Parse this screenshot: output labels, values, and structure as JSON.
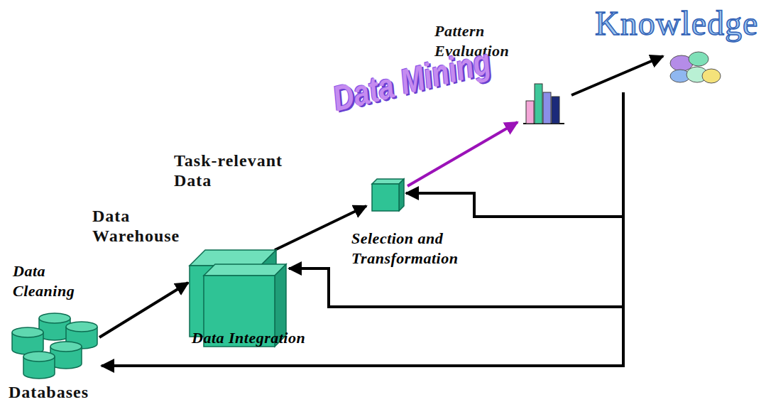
{
  "diagram": {
    "nodes": [
      {
        "text": [
          "Databases"
        ]
      },
      {
        "text": [
          "Data Warehouse"
        ]
      },
      {
        "text": [
          "Task-relevant Data"
        ]
      },
      {
        "text": [
          "Pattern Evaluation"
        ]
      },
      {
        "text": [
          "Knowledge"
        ]
      }
    ],
    "edges": [
      {
        "from": 0,
        "to": 1,
        "arrow": "to"
      },
      {
        "from": 1,
        "to": 2,
        "arrow": "to"
      },
      {
        "from": 2,
        "to": 3,
        "arrow": "to"
      },
      {
        "from": 3,
        "to": 4,
        "arrow": "to"
      },
      {
        "from": 4,
        "to": 2,
        "arrow": "to"
      },
      {
        "from": 4,
        "to": 1,
        "arrow": "to"
      },
      {
        "from": 4,
        "to": 0,
        "arrow": "to"
      }
    ],
    "labels": [
      "Data Cleaning",
      "Data Integration",
      "Selection and Transformation",
      "Data Mining"
    ]
  }
}
